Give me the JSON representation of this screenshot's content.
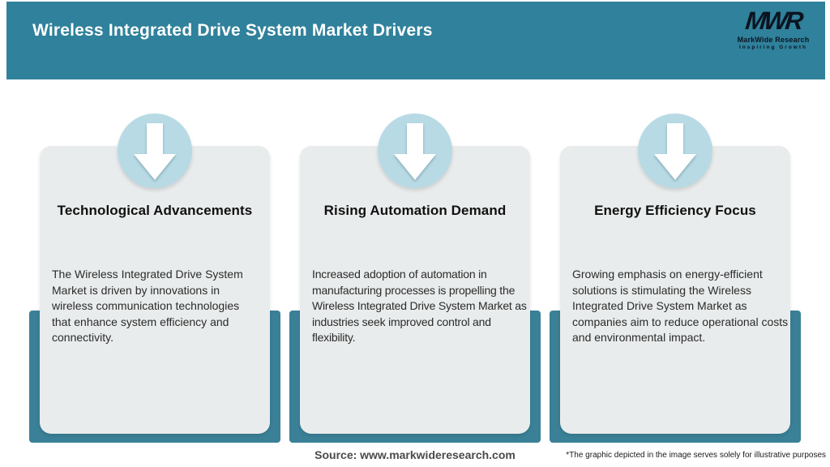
{
  "header": {
    "title": "Wireless Integrated Drive System Market Drivers"
  },
  "logo": {
    "acronym": "MWR",
    "name": "MarkWide Research",
    "tagline": "Inspiring Growth"
  },
  "cards": [
    {
      "title": "Technological Advancements",
      "body": "The Wireless Integrated Drive System Market is driven by innovations in wireless communication technologies that enhance system efficiency and connectivity."
    },
    {
      "title": "Rising Automation Demand",
      "body": "Increased adoption of automation in manufacturing processes is propelling the Wireless Integrated Drive System Market as industries seek improved control and flexibility."
    },
    {
      "title": "Energy Efficiency Focus",
      "body": "Growing emphasis on energy-efficient solutions is stimulating the Wireless Integrated Drive System Market as companies aim to reduce operational costs and environmental impact."
    }
  ],
  "footer": {
    "source": "Source: www.markwideresearch.com",
    "disclaimer": "*The graphic depicted in the image serves solely for illustrative purposes"
  },
  "icons": [
    {
      "name": "down-arrow-icon",
      "glyph": "⬇",
      "color": "#FFFFFF"
    }
  ],
  "colors": {
    "header_teal": "#30819B",
    "band_teal": "#3A8096",
    "card_gray": "#E9ECEC",
    "circle_blue": "#B8DAE5",
    "title_text": "#101010",
    "body_text": "#2B2B2B",
    "header_text": "#FFFFFF"
  }
}
